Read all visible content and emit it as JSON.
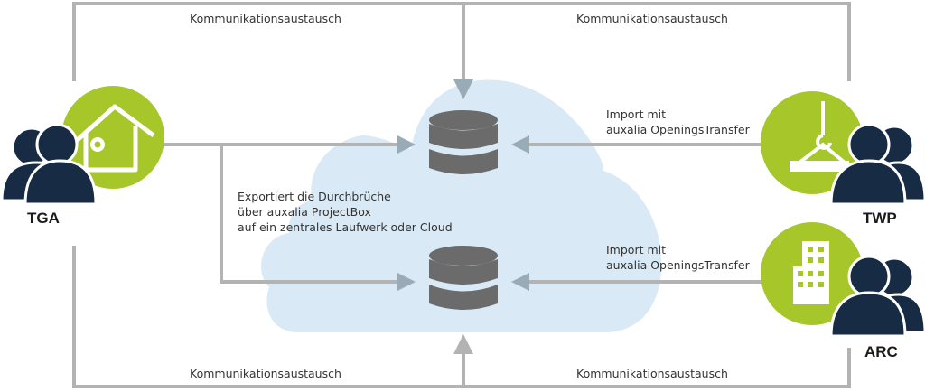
{
  "title": "auxalia ProjectBox / OpeningsTransfer Datenfluss",
  "colors": {
    "line": "#b3b3b3",
    "arrow_in_cloud": "#9aabb8",
    "cloud": "#d9eaf6",
    "database": "#6b6b6b",
    "accent_green": "#a6c62a",
    "people": "#172b44"
  },
  "roles": {
    "tga": {
      "label": "TGA",
      "icon": "house-gear-icon"
    },
    "twp": {
      "label": "TWP",
      "icon": "crane-hook-icon"
    },
    "arc": {
      "label": "ARC",
      "icon": "building-icon"
    }
  },
  "labels": {
    "comm_top_left": "Kommunikationsaustausch",
    "comm_top_right": "Kommunikationsaustausch",
    "comm_bottom_left": "Kommunikationsaustausch",
    "comm_bottom_right": "Kommunikationsaustausch",
    "export": [
      "Exportiert die Durchbrüche",
      "über auxalia ProjectBox",
      "auf ein zentrales Laufwerk oder Cloud"
    ],
    "import_top": [
      "Import mit",
      "auxalia OpeningsTransfer"
    ],
    "import_bottom": [
      "Import mit",
      "auxalia OpeningsTransfer"
    ]
  },
  "nodes": {
    "cloud": "cloud-icon",
    "db_top": "database-icon",
    "db_bottom": "database-icon"
  }
}
